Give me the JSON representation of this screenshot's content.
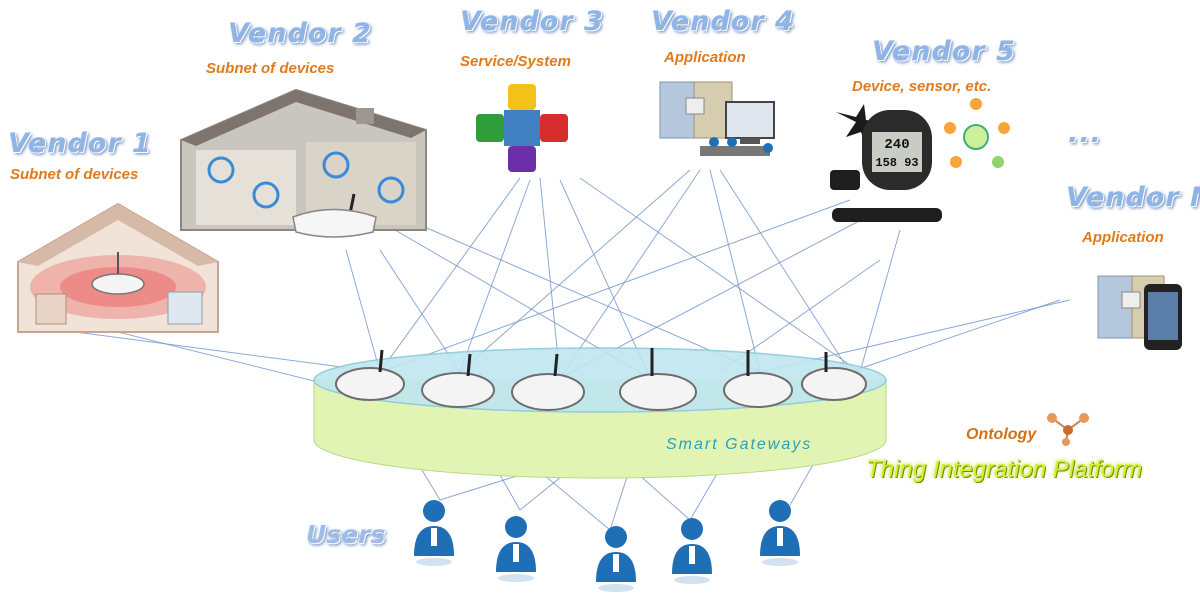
{
  "vendors": [
    {
      "title": "Vendor 1",
      "subtitle": "Subnet of devices",
      "icon": "house-icon"
    },
    {
      "title": "Vendor 2",
      "subtitle": "Subnet of devices",
      "icon": "house-cutaway-icon"
    },
    {
      "title": "Vendor 3",
      "subtitle": "Service/System",
      "icon": "puzzle-icon"
    },
    {
      "title": "Vendor 4",
      "subtitle": "Application",
      "icon": "desktop-app-icon"
    },
    {
      "title": "Vendor 5",
      "subtitle": "Device, sensor, etc.",
      "icon": "sensor-watch-icon"
    },
    {
      "title": "Vendor N",
      "subtitle": "Application",
      "icon": "phone-app-icon"
    }
  ],
  "ellipsis": "...",
  "watch": {
    "line1": "240",
    "line2": "158 93"
  },
  "gateways_label": "Smart Gateways",
  "ontology_label": "Ontology",
  "platform_label": "Thing Integration Platform",
  "users_label": "Users",
  "colors": {
    "vendor_title": "#8fb4e8",
    "subtitle": "#e07b1c",
    "link_line": "#6f95cc",
    "platform_fill": "#e2f4b4",
    "platform_top": "#bfe6f0",
    "platform_text": "#d8ef28",
    "user_blue": "#1f6fb6"
  }
}
